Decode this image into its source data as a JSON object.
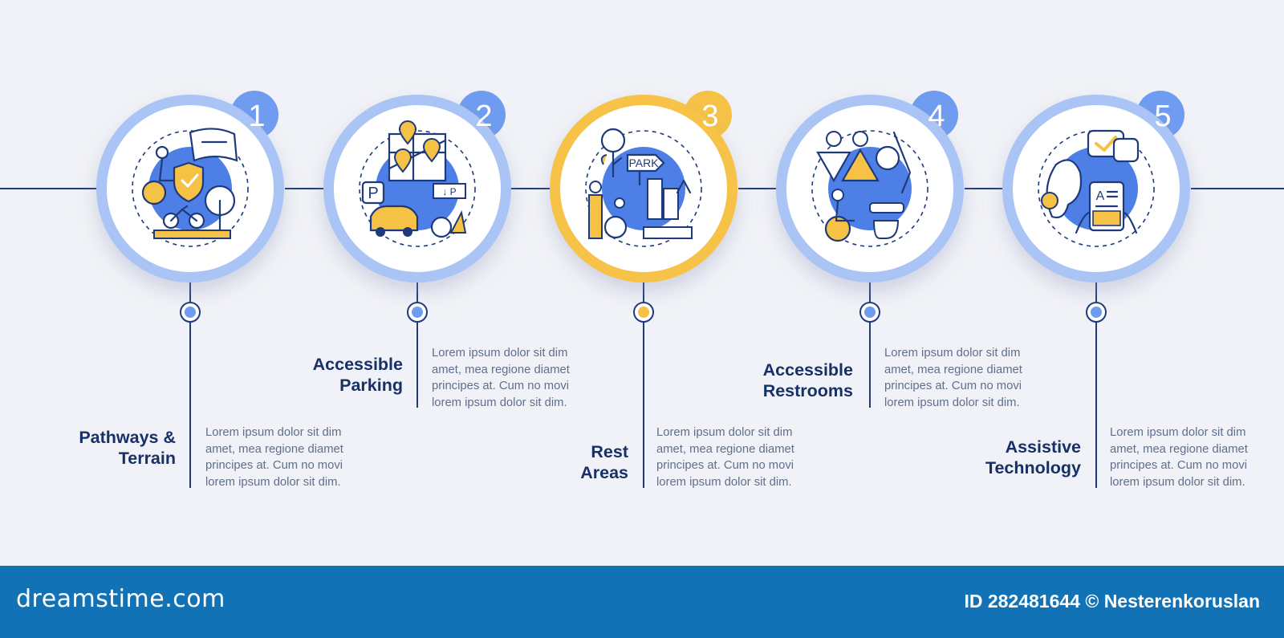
{
  "colors": {
    "background": "#f1f2f7",
    "line": "#1e3a7a",
    "ring": "#a9c4f5",
    "badge": "#6f9cf0",
    "accent": "#f6c246",
    "icon_fill": "#4e7fe6",
    "icon_yellow": "#f6c246",
    "title_text": "#173068",
    "desc_text": "#5f6f8c",
    "footer": "#1272b6"
  },
  "steps": [
    {
      "number": "1",
      "title": "Pathways &\nTerrain",
      "description": "Lorem ipsum dolor sit dim\namet, mea regione diamet\nprincipes at. Cum no movi\nlorem ipsum dolor sit dim.",
      "icon": "pathways-terrain-icon",
      "highlighted": false
    },
    {
      "number": "2",
      "title": "Accessible\nParking",
      "description": "Lorem ipsum dolor sit dim\namet, mea regione diamet\nprincipes at. Cum no movi\nlorem ipsum dolor sit dim.",
      "icon": "accessible-parking-icon",
      "highlighted": false
    },
    {
      "number": "3",
      "title": "Rest\nAreas",
      "description": "Lorem ipsum dolor sit dim\namet, mea regione diamet\nprincipes at. Cum no movi\nlorem ipsum dolor sit dim.",
      "icon": "rest-areas-icon",
      "highlighted": true
    },
    {
      "number": "4",
      "title": "Accessible\nRestrooms",
      "description": "Lorem ipsum dolor sit dim\namet, mea regione diamet\nprincipes at. Cum no movi\nlorem ipsum dolor sit dim.",
      "icon": "accessible-restrooms-icon",
      "highlighted": false
    },
    {
      "number": "5",
      "title": "Assistive\nTechnology",
      "description": "Lorem ipsum dolor sit dim\namet, mea regione diamet\nprincipes at. Cum no movi\nlorem ipsum dolor sit dim.",
      "icon": "assistive-technology-icon",
      "highlighted": false
    }
  ],
  "icon_text": {
    "park_sign": "PARK",
    "parking_letter": "P",
    "arrow_parking": "↓ P",
    "document_letter": "A"
  },
  "footer": {
    "logo": "dreamstime.com",
    "credit": "ID 282481644 © Nesterenkoruslan"
  }
}
